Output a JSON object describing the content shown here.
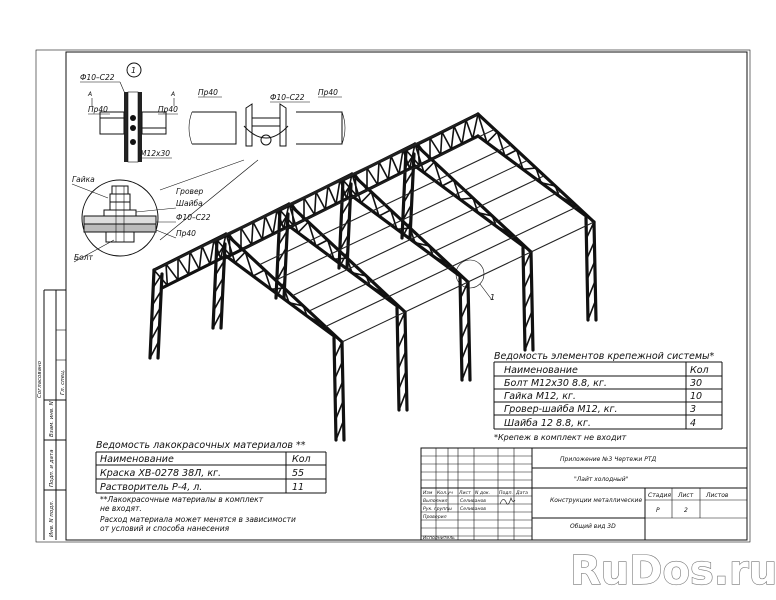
{
  "detail": {
    "callout_number": "1",
    "rod_label": "Ф10–С22",
    "rod_label_2": "Ф10–С22",
    "section_mark": "А",
    "profile_left": "Пр40",
    "profile_right": "Пр40",
    "bolt_label": "М12х30",
    "nut_label": "Гайка",
    "washer_label_1": "Гровер",
    "washer_label_2": "Шайба",
    "rod_label_3": "Ф10–С22",
    "profile_label_3": "Пр40",
    "bolt_label_2": "Болт",
    "top_profile_left": "Пр40",
    "top_rod_label": "Ф10–С22",
    "top_profile_right": "Пр40",
    "frame_callout": "1"
  },
  "fastener_table": {
    "title": "Ведомость элементов крепежной системы*",
    "col_name": "Наименование",
    "col_qty": "Кол",
    "rows": [
      {
        "name": "Болт М12х30 8.8, кг.",
        "qty": "30"
      },
      {
        "name": "Гайка М12, кг.",
        "qty": "10"
      },
      {
        "name": "Гровер-шайба М12, кг.",
        "qty": "3"
      },
      {
        "name": "Шайба 12 8.8, кг.",
        "qty": "4"
      }
    ],
    "note": "*Крепеж в комплект не входит"
  },
  "paint_table": {
    "title": "Ведомость лакокрасочных материалов **",
    "col_name": "Наименование",
    "col_qty": "Кол",
    "rows": [
      {
        "name": "Краска ХВ-0278 38Л, кг.",
        "qty": "55"
      },
      {
        "name": "Растворитель Р-4, л.",
        "qty": "11"
      }
    ],
    "note_1": "**Лакокрасочные материалы в комплект",
    "note_2": "не входят.",
    "note_3": "Расход материала может менятся в зависимости",
    "note_4": "от условий и способа нанесения"
  },
  "title_block": {
    "doc_title": "Приложение №3 Чертежи РТД",
    "project_name": "\"Лайт холодный\"",
    "hdr_izm": "Изм",
    "hdr_koluch": "Кол.уч",
    "hdr_list": "Лист",
    "hdr_ndok": "N док.",
    "hdr_podp": "Подп.",
    "hdr_data": "Дата",
    "row_vypolnil": "Выполнил",
    "row_ruk": "Рук. группы",
    "row_proveril": "Проверил",
    "row_ispolnitel": "Исполнитель",
    "name_1": "Селиванов",
    "name_2": "Селиванов",
    "sheet_subject": "Конструкции металлические",
    "view_name": "Общий вид 3D",
    "hdr_stadiya": "Стадия",
    "hdr_list2": "Лист",
    "hdr_listov": "Листов",
    "stage": "Р",
    "sheet_no": "2"
  },
  "side_stamp": {
    "soglasovano": "Согласовано",
    "vzam": "Взам. инв. N",
    "podp_data": "Подп. и дата",
    "inv_podl": "Инв. N подл.",
    "gl_spec": "Гл. спец."
  },
  "watermark": {
    "text": "RuDos.ru"
  }
}
